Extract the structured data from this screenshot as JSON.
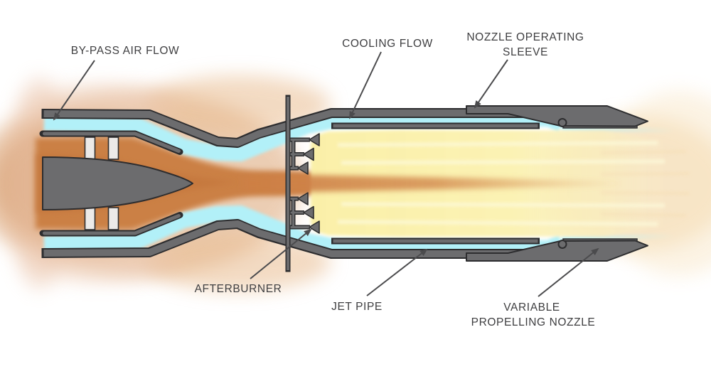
{
  "diagram": {
    "subject": "Afterburning jet engine exhaust section cross-section",
    "labels": {
      "bypass_air_flow": "BY-PASS AIR FLOW",
      "cooling_flow": "COOLING FLOW",
      "nozzle_operating_sleeve_line1": "NOZZLE OPERATING",
      "nozzle_operating_sleeve_line2": "SLEEVE",
      "afterburner": "AFTERBURNER",
      "jet_pipe": "JET PIPE",
      "variable_propelling_nozzle_line1": "VARIABLE",
      "variable_propelling_nozzle_line2": "PROPELLING NOZZLE"
    },
    "colors": {
      "metal_gray": "#6c6c6e",
      "outline_dark": "#2d2d2f",
      "bypass_air_cyan": "#b2f0f8",
      "hot_gas_orange": "#cb8045",
      "hot_gas_deep": "#c2743a",
      "flame_core_orange": "#cf8145",
      "flame_yellow": "#faf0aa",
      "flame_streak": "#fdf9da",
      "plume_cream": "#f6dfb6",
      "strut_white": "#eceae8",
      "label_text": "#3e3e40",
      "background": "#ffffff"
    }
  }
}
